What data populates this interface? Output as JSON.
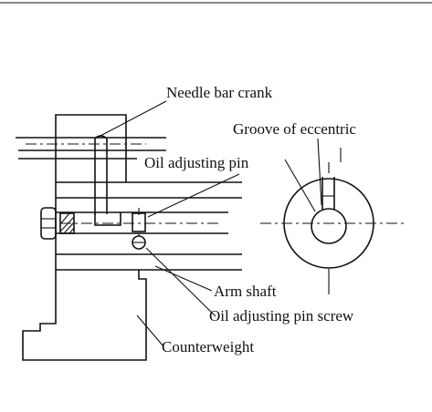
{
  "labels": {
    "needle_bar_crank": "Needle bar crank",
    "groove_of_eccentric": "Groove of eccentric",
    "oil_adjusting_pin": "Oil adjusting pin",
    "arm_shaft": "Arm shaft",
    "oil_adjusting_pin_screw": "Oil adjusting pin screw",
    "counterweight": "Counterweight"
  }
}
